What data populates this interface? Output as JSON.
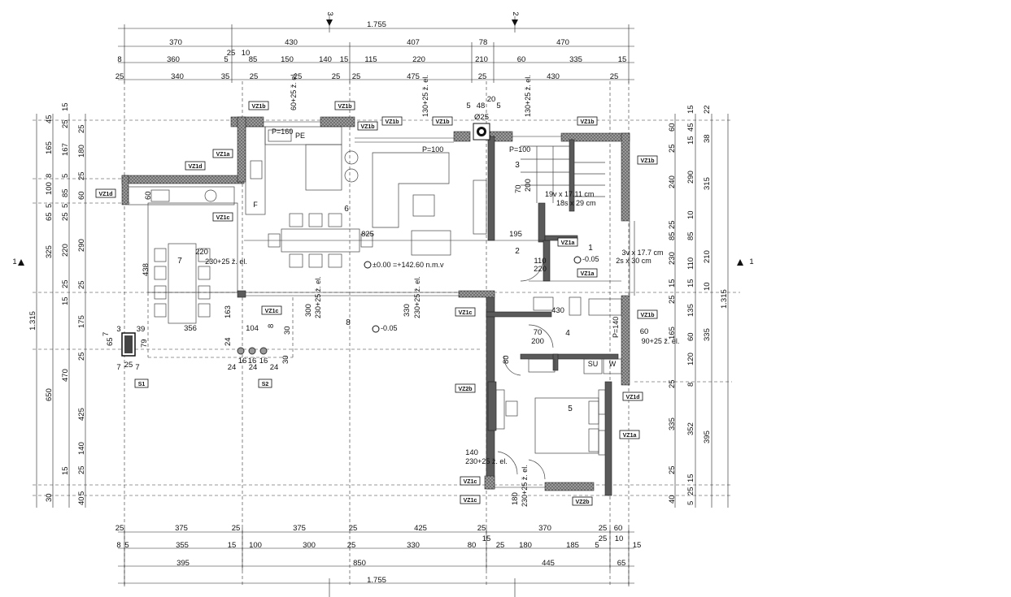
{
  "top_dims": {
    "overall": "1.755",
    "section_marks": [
      "3",
      "2"
    ],
    "row1": [
      "370",
      "430",
      "407",
      "78",
      "470"
    ],
    "row2": [
      "8",
      "360",
      "5",
      "25",
      "10",
      "85",
      "150",
      "140",
      "15",
      "115",
      "220",
      "210",
      "60",
      "335",
      "15"
    ],
    "row3": [
      "25",
      "340",
      "35",
      "25",
      "25",
      "25",
      "25",
      "475",
      "25",
      "430",
      "25"
    ]
  },
  "bottom_dims": {
    "overall": "1.755",
    "row1": [
      "25",
      "375",
      "25",
      "375",
      "25",
      "425",
      "25",
      "370",
      "25",
      "60"
    ],
    "row2": [
      "8",
      "5",
      "355",
      "15",
      "100",
      "300",
      "25",
      "330",
      "80",
      "15",
      "25",
      "180",
      "185",
      "5",
      "25",
      "10",
      "15"
    ],
    "row3": [
      "395",
      "850",
      "445",
      "65"
    ]
  },
  "left_dims": {
    "overall": "1.315",
    "col_outer": [
      "45",
      "165",
      "8",
      "100",
      "5",
      "65",
      "325",
      "25",
      "15",
      "175",
      "25",
      "470",
      "650",
      "15",
      "30"
    ],
    "col_mid": [
      "25",
      "167",
      "5",
      "85",
      "5",
      "25",
      "220",
      "15",
      "425",
      "140",
      "25",
      "5",
      "40"
    ],
    "col_inner": [
      "15",
      "25",
      "180",
      "25",
      "60",
      "290",
      "25",
      "25",
      "25"
    ],
    "section_mark": "1"
  },
  "right_dims": {
    "overall": "1.315",
    "col_inner": [
      "60",
      "25",
      "240",
      "25",
      "85",
      "230",
      "15",
      "25",
      "165",
      "120",
      "8",
      "25",
      "335",
      "25",
      "40",
      "5"
    ],
    "col_mid": [
      "15",
      "45",
      "15",
      "38",
      "290",
      "315",
      "10",
      "110",
      "210",
      "10",
      "135",
      "60",
      "335",
      "352",
      "395",
      "15",
      "25",
      "5"
    ],
    "col_outer": [
      "15",
      "22"
    ],
    "section_mark": "1"
  },
  "rooms": [
    {
      "id": "1",
      "sub": [
        "3v x 17.7 cm",
        "2s x 30 cm"
      ]
    },
    {
      "id": "2"
    },
    {
      "id": "3"
    },
    {
      "id": "4"
    },
    {
      "id": "5"
    },
    {
      "id": "6"
    },
    {
      "id": "7"
    },
    {
      "id": "8"
    }
  ],
  "labels": {
    "level": "±0.00 =+142.60 n.m.v",
    "level_terrace": "-0.05",
    "level_hall": "-0.05",
    "stairs_1": "19v x 17.11 cm",
    "stairs_2": "18s x 29 cm",
    "chimney": "Ø25",
    "chimney_dims": [
      "5",
      "48",
      "5",
      "20"
    ],
    "window_p100": "P=100",
    "window_p160": "P=160",
    "window_p140": "P=140",
    "dim_825": "825",
    "dim_195": "195",
    "dim_110": "110",
    "dim_220_door": "220",
    "dim_430": "430",
    "dim_200": "200",
    "dim_70": "70",
    "dim_80": "80",
    "dim_356": "356",
    "dim_438": "438",
    "dim_220": "220",
    "dim_60": "60",
    "dim_163": "163",
    "dim_104": "104",
    "dim_24": "24",
    "dim_140": "140",
    "opening_230": "230+25 ž. el.",
    "opening_90": "90+25 ž. el.",
    "opening_300": "300",
    "opening_330": "330",
    "opening_130": "130+25 ž. el.",
    "opening_60": "60+25 ž. el.",
    "opening_180": "180",
    "s1_dims": [
      "3",
      "39",
      "7",
      "65",
      "79",
      "7",
      "25",
      "7"
    ],
    "s2_dims": [
      "16",
      "16",
      "16",
      "24",
      "24",
      "24",
      "30",
      "8",
      "30"
    ],
    "appliance_pe": "PE",
    "appliance_su": "SU",
    "appliance_w": "W",
    "appliance_f": "F"
  },
  "tags": [
    "VZ1b",
    "VZ1b",
    "VZ1b",
    "VZ1b",
    "VZ1b",
    "VZ1b",
    "VZ1b",
    "VZ1a",
    "VZ1a",
    "VZ1a",
    "VZ1a",
    "VZ1d",
    "VZ1d",
    "VZ1d",
    "VZ1c",
    "VZ1c",
    "VZ1c",
    "VZ1c",
    "VZ1c",
    "VZ2b",
    "VZ2b",
    "S1",
    "S2"
  ]
}
